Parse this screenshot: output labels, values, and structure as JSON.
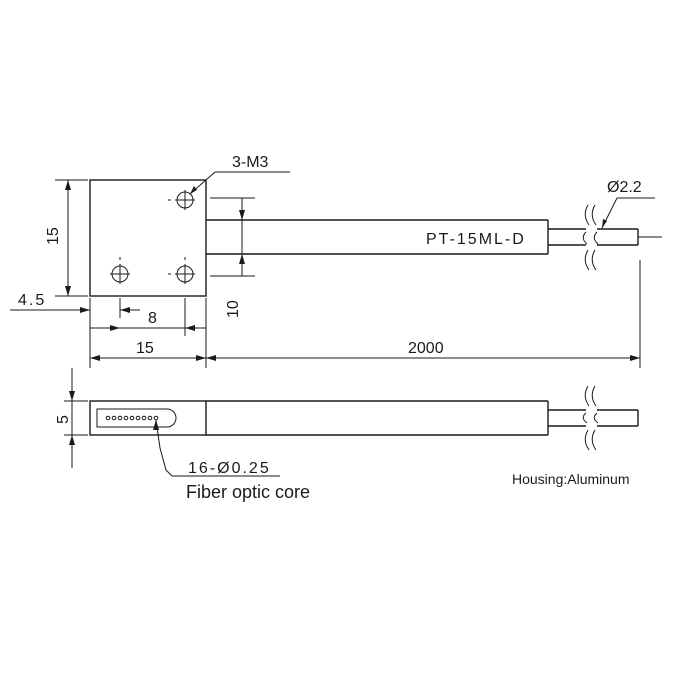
{
  "labels": {
    "hole_callout": "3-M3",
    "model": "PT-15ML-D",
    "cable_diameter": "Ø2.2",
    "fiber_count": "16-Ø0.25",
    "fiber_core": "Fiber optic core",
    "housing": "Housing:Aluminum"
  },
  "dimensions": {
    "height": "15",
    "offset": "4.5",
    "hole_spacing": "8",
    "width": "15",
    "cable_length": "2000",
    "cable_zone": "10",
    "thickness": "5"
  }
}
